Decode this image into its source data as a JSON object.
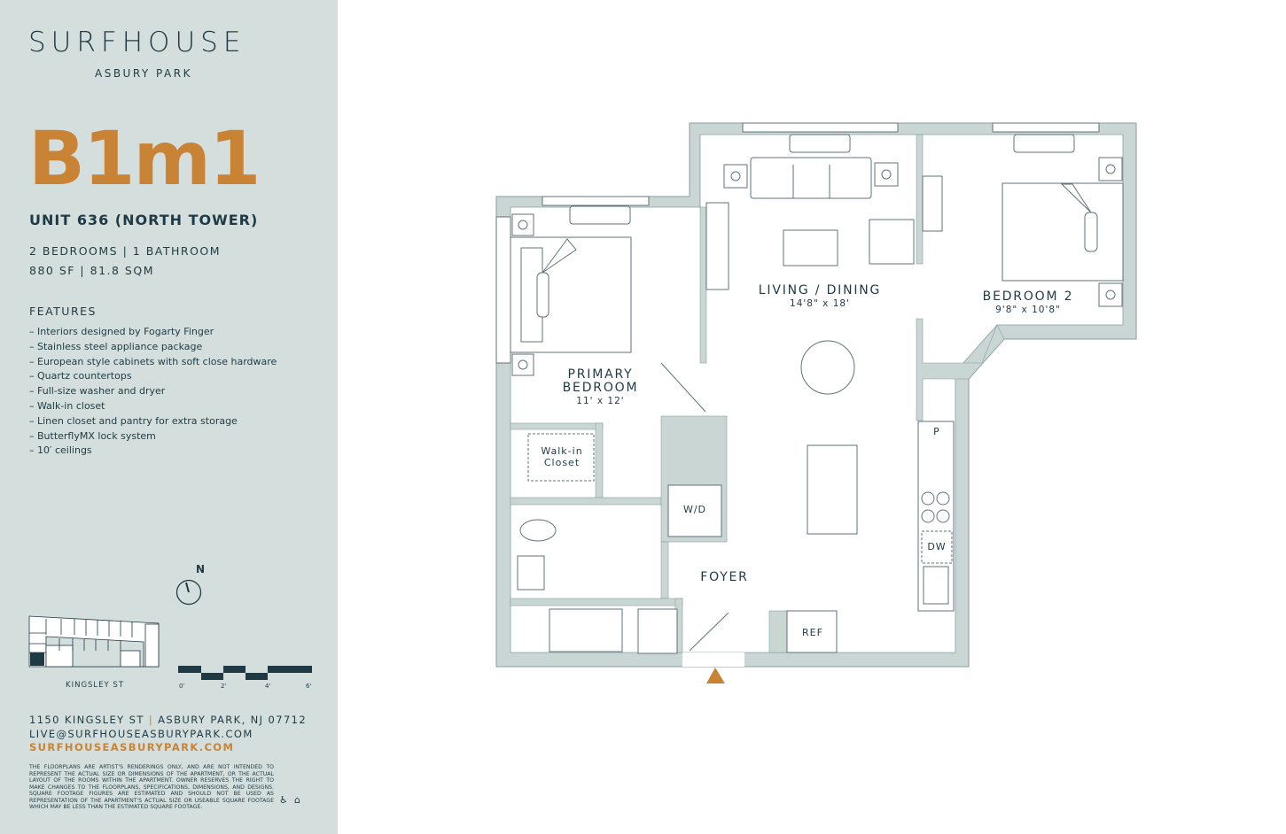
{
  "brand": {
    "name": "SURFHOUSE",
    "location": "ASBURY PARK"
  },
  "unit": {
    "code": "B1m1",
    "name": "UNIT 636 (NORTH TOWER)",
    "rooms": "2 BEDROOMS | 1 BATHROOM",
    "area": "880 SF | 81.8 SQM"
  },
  "features": {
    "heading": "FEATURES",
    "items": [
      "Interiors designed by Fogarty Finger",
      "Stainless steel appliance package",
      "European style cabinets with soft close hardware",
      "Quartz countertops",
      "Full-size washer and dryer",
      "Walk-in closet",
      "Linen closet and pantry for extra storage",
      "ButterflyMX lock system",
      "10′ ceilings"
    ]
  },
  "compass": {
    "label": "N"
  },
  "keyplan": {
    "street": "KINGSLEY ST"
  },
  "scale": {
    "ticks": [
      "0'",
      "2'",
      "4'",
      "6'"
    ]
  },
  "contact": {
    "address": "1150 KINGSLEY ST",
    "separator": "|",
    "city": "ASBURY PARK, NJ 07712",
    "email": "LIVE@SURFHOUSEASBURYPARK.COM",
    "website": "SURFHOUSEASBURYPARK.COM"
  },
  "disclaimer": "The floorplans are artist's renderings only, and are not intended to represent the actual size or dimensions of the apartment, or the actual layout of the rooms within the apartment. Owner reserves the right to make changes to the floorplans, specifications, dimensions, and designs. Square footage figures are estimated and should not be used as representation of the apartment's actual size or useable square footage which may be less than the estimated square footage.",
  "plan": {
    "living": {
      "name": "LIVING / DINING",
      "dim": "14'8\" x 18'"
    },
    "bedroom2": {
      "name": "BEDROOM 2",
      "dim": "9'8\" x 10'8\""
    },
    "primary": {
      "name": "PRIMARY BEDROOM",
      "dim": "11' x 12'"
    },
    "closet": "Walk-in Closet",
    "wd": "W/D",
    "foyer": "FOYER",
    "ref": "REF",
    "dw": "DW",
    "pantry": "P"
  },
  "colors": {
    "accent": "#c98334",
    "text": "#1f3a44",
    "wall": "#c9d6d4",
    "sidebar": "#d4dfdd"
  }
}
